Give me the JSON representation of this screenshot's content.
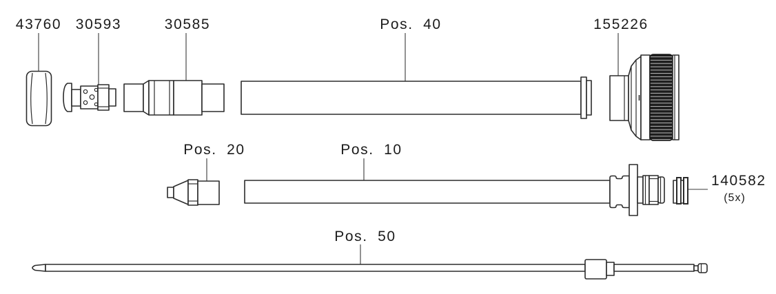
{
  "diagram": {
    "type": "exploded-parts-diagram",
    "background_color": "#ffffff",
    "line_color": "#2b2b2b",
    "text_color": "#1c1c1c",
    "knurl_fill_color": "#1e1e1e",
    "knurl_stripe_color": "#bdbdbd",
    "labels": [
      {
        "id": "43760",
        "text": "43760"
      },
      {
        "id": "30593",
        "text": "30593"
      },
      {
        "id": "30585",
        "text": "30585"
      },
      {
        "id": "pos-40",
        "text": "Pos. 40"
      },
      {
        "id": "155226",
        "text": "155226"
      },
      {
        "id": "pos-20",
        "text": "Pos. 20"
      },
      {
        "id": "pos-10",
        "text": "Pos. 10"
      },
      {
        "id": "140582",
        "text": "140582"
      },
      {
        "id": "140582-qty",
        "text": "(5x)"
      },
      {
        "id": "pos-50",
        "text": "Pos. 50"
      }
    ]
  }
}
